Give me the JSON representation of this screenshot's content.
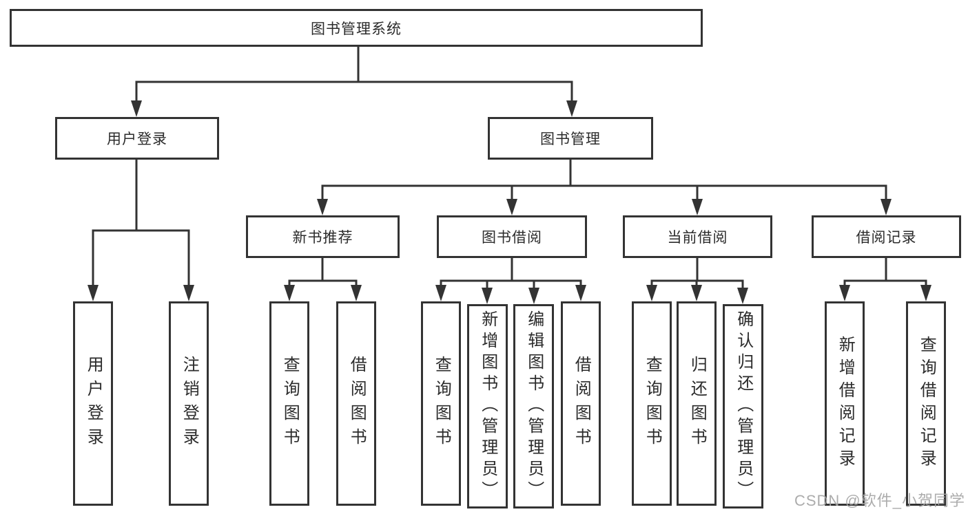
{
  "tree": {
    "root": {
      "label": "图书管理系统",
      "children": [
        {
          "label": "用户登录",
          "children": [
            {
              "label": "用户登录"
            },
            {
              "label": "注销登录"
            }
          ]
        },
        {
          "label": "图书管理",
          "children": [
            {
              "label": "新书推荐",
              "children": [
                {
                  "label": "查询图书"
                },
                {
                  "label": "借阅图书"
                }
              ]
            },
            {
              "label": "图书借阅",
              "children": [
                {
                  "label": "查询图书"
                },
                {
                  "label": "新增图书（管理员）"
                },
                {
                  "label": "编辑图书（管理员）"
                },
                {
                  "label": "借阅图书"
                }
              ]
            },
            {
              "label": "当前借阅",
              "children": [
                {
                  "label": "查询图书"
                },
                {
                  "label": "归还图书"
                },
                {
                  "label": "确认归还（管理员）"
                }
              ]
            },
            {
              "label": "借阅记录",
              "children": [
                {
                  "label": "新增借阅记录"
                },
                {
                  "label": "查询借阅记录"
                }
              ]
            }
          ]
        }
      ]
    }
  },
  "watermark": "CSDN @软件_小贺同学",
  "colors": {
    "line": "#333333",
    "box_border": "#333333",
    "box_background": "#ffffff",
    "text": "#2b2b2b",
    "watermark": "#a5a5a5",
    "background": "#ffffff"
  }
}
